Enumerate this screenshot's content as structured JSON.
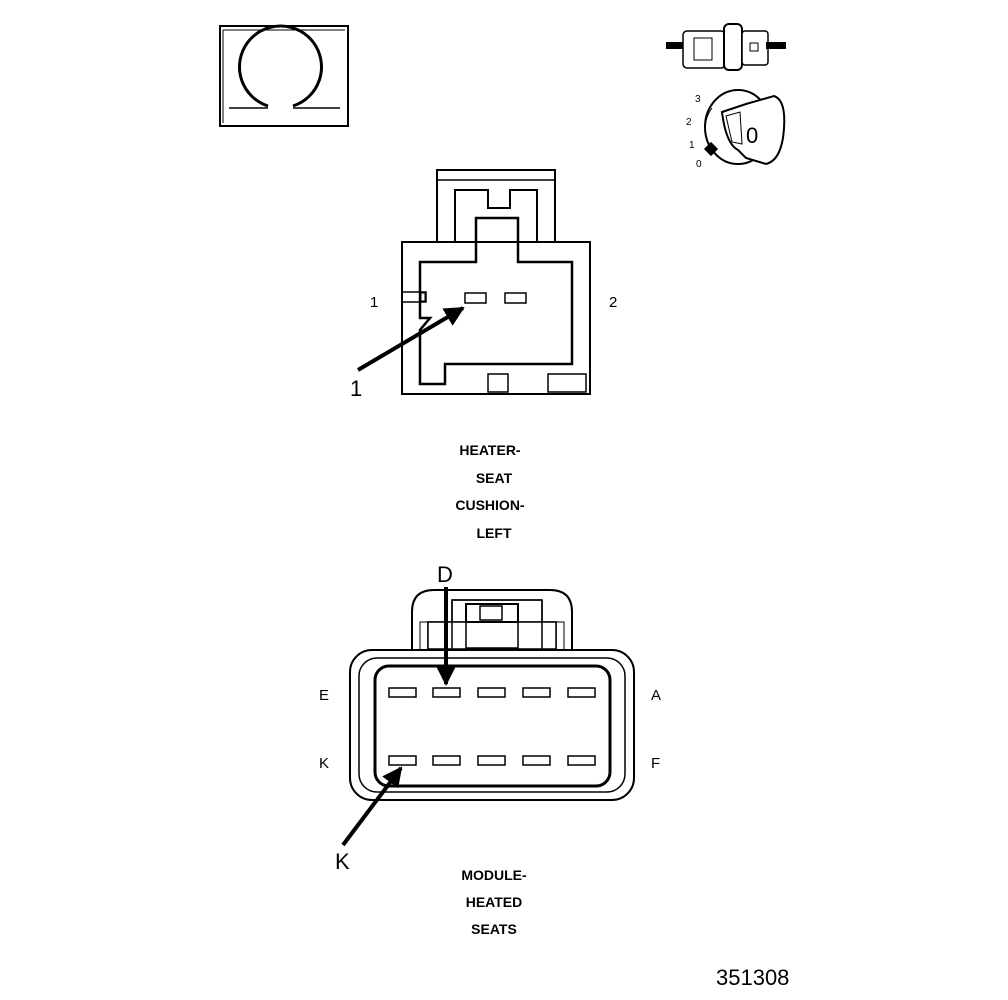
{
  "ohm_symbol": {
    "icon": "ohm-symbol-icon"
  },
  "ignition_key": {
    "icon": "ignition-key-icon",
    "positions": [
      "3",
      "2",
      "1",
      "0"
    ],
    "key_label": "0"
  },
  "connector_1": {
    "pin_left": "1",
    "pin_right": "2",
    "callout": "1",
    "title_lines": [
      "HEATER-",
      "SEAT",
      "CUSHION-",
      "LEFT"
    ]
  },
  "connector_2": {
    "top_left": "E",
    "top_right": "A",
    "bottom_left": "K",
    "bottom_right": "F",
    "callout_top": "D",
    "callout_bottom": "K",
    "title_lines": [
      "MODULE-",
      "HEATED",
      "SEATS"
    ]
  },
  "figure_number": "351308",
  "colors": {
    "ink": "#000000",
    "fill": "#ffffff",
    "grey": "#dcdcdc"
  }
}
